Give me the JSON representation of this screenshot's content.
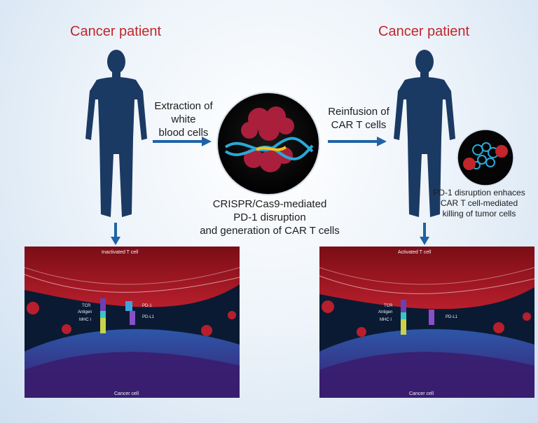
{
  "left": {
    "title": "Cancer patient",
    "step_label": "Extraction of\nwhite\nblood cells",
    "panel": {
      "top_label": "Inactivated T cell",
      "bottom_label": "Cancer cell",
      "markers_left": [
        "TCR",
        "Antigen",
        "MHC I"
      ],
      "markers_right": [
        "PD-1",
        "PD-L1"
      ]
    }
  },
  "center": {
    "caption": "CRISPR/Cas9-mediated\nPD-1 disruption\nand generation of CAR T cells"
  },
  "right": {
    "title": "Cancer patient",
    "step_label": "Reinfusion of\nCAR T cells",
    "inset_caption": "PD-1 disruption enhaces\nCAR T cell-mediated\nkilling of tumor cells",
    "panel": {
      "top_label": "Activated T cell",
      "bottom_label": "Cancer cell",
      "markers_left": [
        "TCR",
        "Antigen",
        "MHC I"
      ],
      "markers_right": [
        "PD-L1"
      ]
    }
  },
  "colors": {
    "title": "#c0262b",
    "silhouette": "#1b3a63",
    "arrow": "#1f63a6"
  }
}
